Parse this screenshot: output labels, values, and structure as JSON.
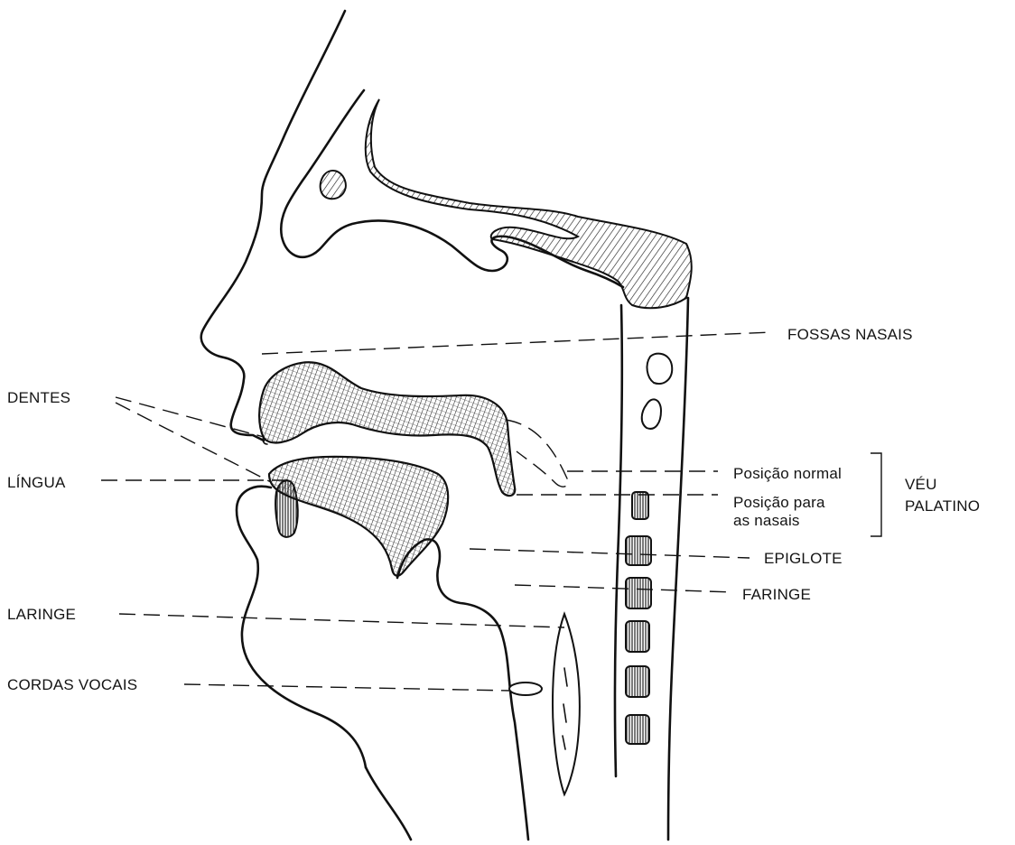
{
  "labels": {
    "fossas_nasais": "FOSSAS NASAIS",
    "dentes": "DENTES",
    "lingua": "LÍNGUA",
    "posicao_normal": "Posição normal",
    "posicao_para_line1": "Posição para",
    "posicao_para_line2": "as nasais",
    "veu_line1": "VÉU",
    "veu_line2": "PALATINO",
    "epiglote": "EPIGLOTE",
    "faringe": "FARINGE",
    "laringe": "LARINGE",
    "cordas_vocais": "CORDAS VOCAIS"
  },
  "colors": {
    "ink": "#111111",
    "background": "#ffffff"
  }
}
